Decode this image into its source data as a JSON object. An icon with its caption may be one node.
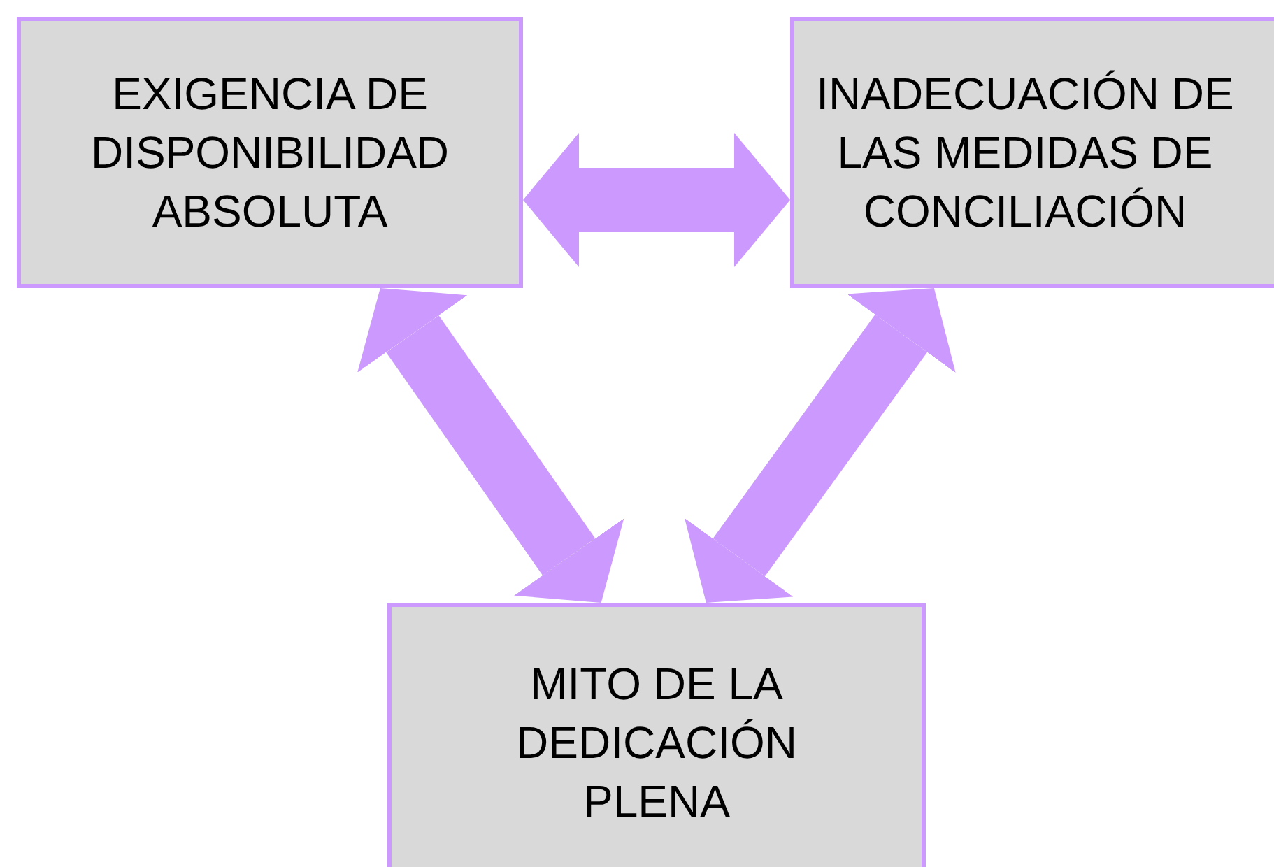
{
  "diagram": {
    "nodes": [
      {
        "text": [
          "EXIGENCIA DE DISPONIBILIDAD ABSOLUTA"
        ]
      },
      {
        "text": [
          "INADECUACIÓN DE LAS MEDIDAS DE CONCILIACIÓN"
        ]
      },
      {
        "text": [
          "MITO DE LA DEDICACIÓN PLENA"
        ]
      }
    ],
    "edges": [
      {
        "from": 0,
        "to": 1,
        "arrow": "both"
      },
      {
        "from": 0,
        "to": 2,
        "arrow": "both"
      },
      {
        "from": 1,
        "to": 2,
        "arrow": "both"
      }
    ]
  }
}
